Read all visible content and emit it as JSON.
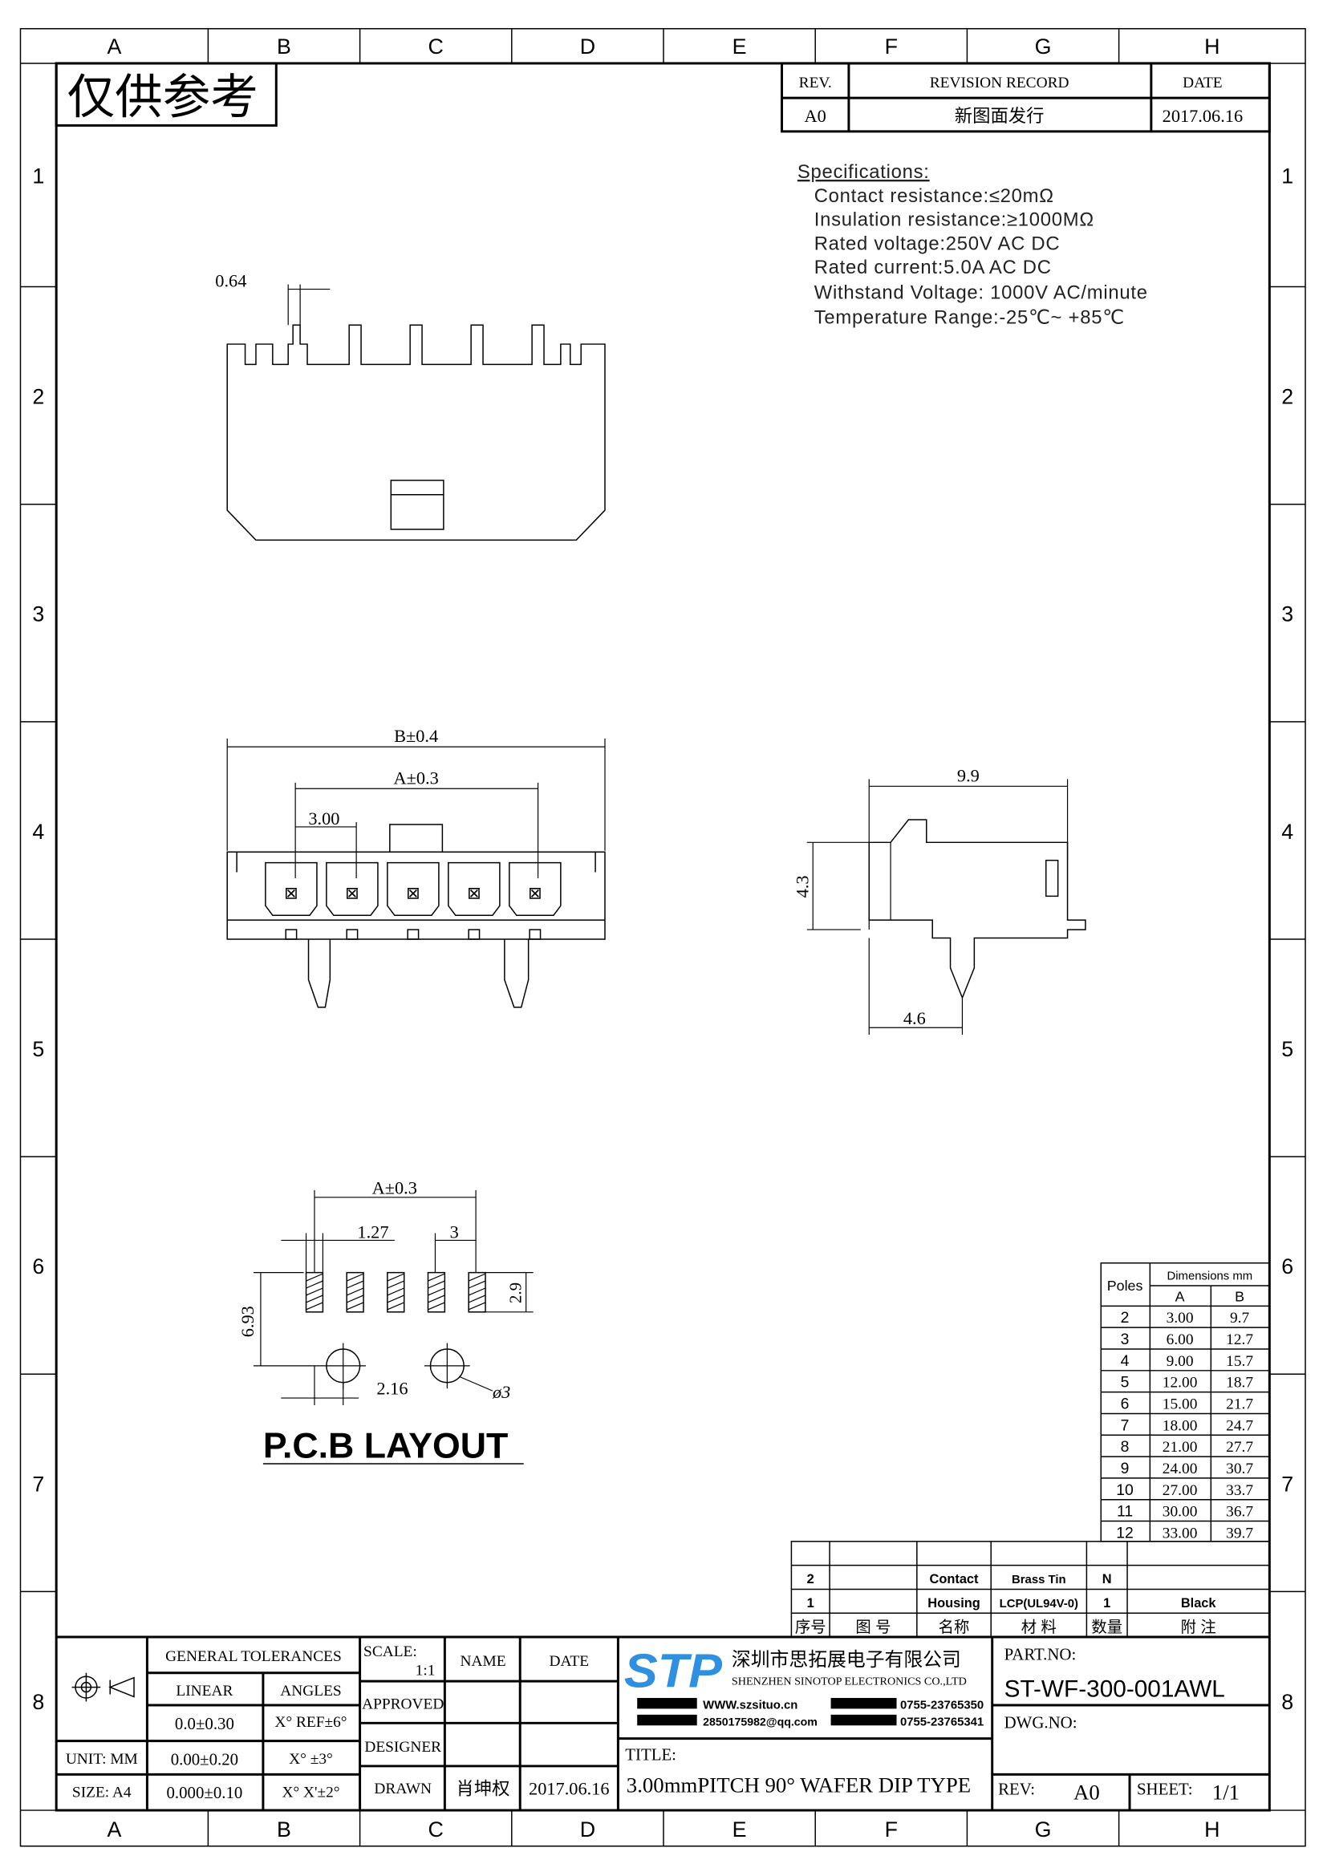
{
  "frame": {
    "columns": [
      "A",
      "B",
      "C",
      "D",
      "E",
      "F",
      "G",
      "H"
    ],
    "rows": [
      "1",
      "2",
      "3",
      "4",
      "5",
      "6",
      "7",
      "8"
    ]
  },
  "watermark": "仅供参考",
  "revision": {
    "headers": [
      "REV.",
      "REVISION RECORD",
      "DATE"
    ],
    "rev": "A0",
    "record": "新图面发行",
    "date": "2017.06.16"
  },
  "specs": {
    "title": "Specifications:",
    "lines": [
      "Contact  resistance:≤20mΩ",
      "Insulation  resistance:≥1000MΩ",
      "Rated  voltage:250V  AC  DC",
      "Rated  current:5.0A  AC  DC",
      "Withstand  Voltage: 1000V  AC/minute",
      "Temperature  Range:-25℃~  +85℃"
    ]
  },
  "top_view": {
    "dim_pin": "0.64"
  },
  "front_view": {
    "dim_b": "B±0.4",
    "dim_a": "A±0.3",
    "dim_pitch": "3.00"
  },
  "side_view": {
    "dim_depth": "9.9",
    "dim_height": "4.3",
    "dim_peg": "4.6"
  },
  "pcb": {
    "dim_a": "A±0.3",
    "dim_pad": "1.27",
    "dim_pitch": "3",
    "dim_pad_len": "2.9",
    "dim_row": "6.93",
    "dim_hole_off": "2.16",
    "dim_hole": "ø3",
    "title": "P.C.B LAYOUT"
  },
  "dim_table": {
    "poles_label": "Poles",
    "dims_label": "Dimensions mm",
    "col_a": "A",
    "col_b": "B",
    "rows": [
      [
        "2",
        "3.00",
        "9.7"
      ],
      [
        "3",
        "6.00",
        "12.7"
      ],
      [
        "4",
        "9.00",
        "15.7"
      ],
      [
        "5",
        "12.00",
        "18.7"
      ],
      [
        "6",
        "15.00",
        "21.7"
      ],
      [
        "7",
        "18.00",
        "24.7"
      ],
      [
        "8",
        "21.00",
        "27.7"
      ],
      [
        "9",
        "24.00",
        "30.7"
      ],
      [
        "10",
        "27.00",
        "33.7"
      ],
      [
        "11",
        "30.00",
        "36.7"
      ],
      [
        "12",
        "33.00",
        "39.7"
      ]
    ]
  },
  "bom": {
    "rows": [
      [
        "2",
        "",
        "Contact",
        "Brass Tin",
        "N",
        ""
      ],
      [
        "1",
        "",
        "Housing",
        "LCP(UL94V-0)",
        "1",
        "Black"
      ]
    ],
    "headers": [
      "序号",
      "图  号",
      "名称",
      "材  料",
      "数量",
      "附  注"
    ]
  },
  "title_block": {
    "general_tolerances": "GENERAL TOLERANCES",
    "linear": "LINEAR",
    "angles": "ANGLES",
    "tol_rows": [
      [
        "0.0±0.30",
        "X° REF±6°"
      ],
      [
        "0.00±0.20",
        "X° ±3°"
      ],
      [
        "0.000±0.10",
        "X° X'±2°"
      ]
    ],
    "unit": "UNIT: MM",
    "size": "SIZE: A4",
    "scale_label": "SCALE:",
    "scale": "1:1",
    "name": "NAME",
    "date": "DATE",
    "approved": "APPROVED",
    "designer": "DESIGNER",
    "drawn": "DRAWN",
    "drawn_name": "肖坤权",
    "drawn_date": "2017.06.16",
    "company_cn": "深圳市思拓展电子有限公司",
    "company_en": "SHENZHEN SINOTOP ELECTRONICS CO.,LTD",
    "logo_text": "STP",
    "website": "WWW.szsituo.cn",
    "email": "2850175982@qq.com",
    "phone": "0755-23765350",
    "fax": "0755-23765341",
    "title_label": "TITLE:",
    "title": "3.00mmPITCH 90° WAFER DIP TYPE",
    "part_no_label": "PART.NO:",
    "part_no": "ST-WF-300-001AWL",
    "dwg_no_label": "DWG.NO:",
    "rev_label": "REV:",
    "rev": "A0",
    "sheet_label": "SHEET:",
    "sheet": "1/1"
  },
  "colors": {
    "logo": "#2f8fe0"
  }
}
